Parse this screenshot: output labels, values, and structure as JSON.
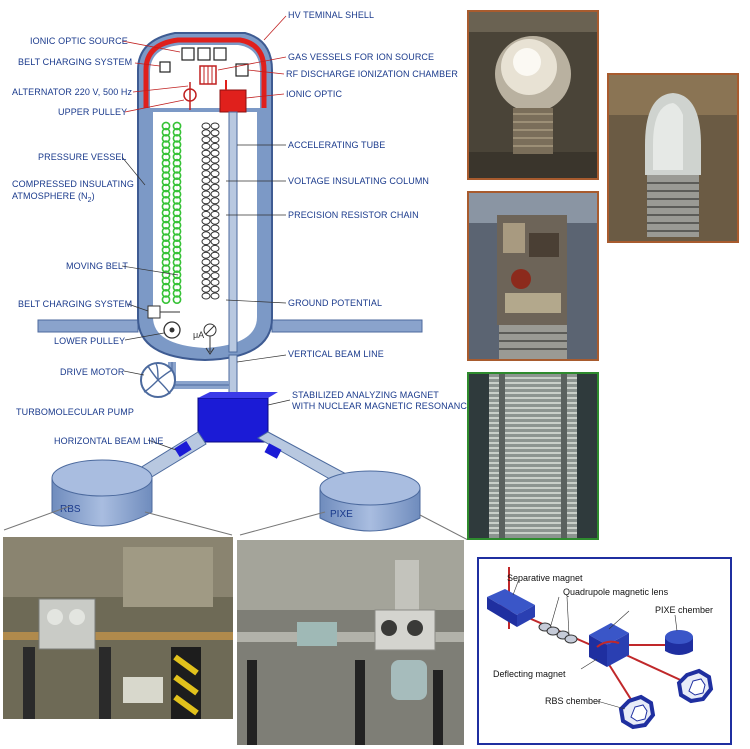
{
  "schematic": {
    "left_labels": {
      "ionic_optic_source": "IONIC OPTIC SOURCE",
      "belt_charging_top": "BELT CHARGING SYSTEM",
      "alternator": "ALTERNATOR 220 V, 500 Hz",
      "upper_pulley": "UPPER PULLEY",
      "pressure_vessel": "PRESSURE VESSEL",
      "compressed_1": "COMPRESSED INSULATING",
      "compressed_2": "ATMOSPHERE (N",
      "compressed_sub": "2",
      "compressed_end": ")",
      "moving_belt": "MOVING BELT",
      "belt_charging_bottom": "BELT CHARGING SYSTEM",
      "lower_pulley": "LOWER PULLEY",
      "drive_motor": "DRIVE MOTOR",
      "turbomolecular_pump": "TURBOMOLECULAR PUMP",
      "horizontal_beam_line": "HORIZONTAL BEAM LINE"
    },
    "right_labels": {
      "hv_shell": "HV TEMINAL SHELL",
      "gas_vessels": "GAS VESSELS FOR ION SOURCE",
      "rf_discharge": "RF DISCHARGE IONIZATION CHAMBER",
      "ionic_optic": "IONIC OPTIC",
      "accelerating_tube": "ACCELERATING TUBE",
      "voltage_column": "VOLTAGE INSULATING COLUMN",
      "resistor_chain": "PRECISION RESISTOR CHAIN",
      "ground_potential": "GROUND POTENTIAL",
      "vertical_beam_line": "VERTICAL BEAM LINE",
      "magnet_1": "STABILIZED ANALYZING MAGNET",
      "magnet_2": "WITH NUCLEAR MAGNETIC RESONANCE"
    },
    "micro_amp": "μA",
    "chambers": {
      "rbs": "RBS",
      "pixe": "PIXE"
    }
  },
  "inset_diagram": {
    "separative_magnet": "Separative magnet",
    "quadrupole_lens": "Quadrupole magnetic lens",
    "pixe_chamber": "PIXE chember",
    "deflecting_magnet": "Deflecting magnet",
    "rbs_chamber": "RBS chember"
  },
  "colors": {
    "label_blue": "#1a3a8c",
    "vessel_fill": "#7c99c6",
    "shell_red": "#e0201c",
    "belt_green": "#36c236",
    "magnet_blue": "#1b1bd6",
    "photo_border_brown": "#a85b2e",
    "photo_border_green": "#2e8b2e",
    "inset_border": "#1f2fa0"
  }
}
